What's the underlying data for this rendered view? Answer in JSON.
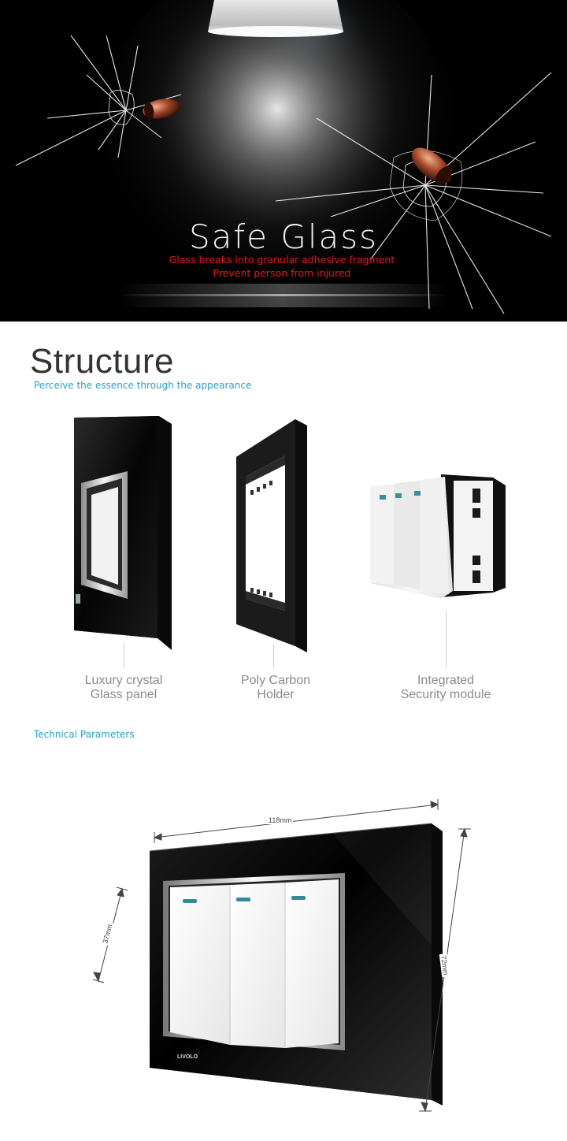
{
  "hero": {
    "title": "Safe Glass",
    "subtitle_line1": "Glass breaks into granular adhesive fragment",
    "subtitle_line2": "Prevent person from injured"
  },
  "structure": {
    "title": "Structure",
    "subtitle": "Perceive the essence  through the appearance",
    "components": [
      {
        "line1": "Luxury crystal",
        "line2": "Glass panel"
      },
      {
        "line1": "Poly Carbon",
        "line2": "Holder"
      },
      {
        "line1": "Integrated",
        "line2": "Security module"
      }
    ]
  },
  "technical": {
    "heading": "Technical Parameters",
    "width_label": "118mm",
    "height_label": "72mm",
    "key_label": "37mm",
    "brand": "LIVOLO"
  },
  "colors": {
    "accent_blue": "#2a9ec5",
    "hero_red": "#e0191f",
    "caption_gray": "#8a8a8a"
  }
}
